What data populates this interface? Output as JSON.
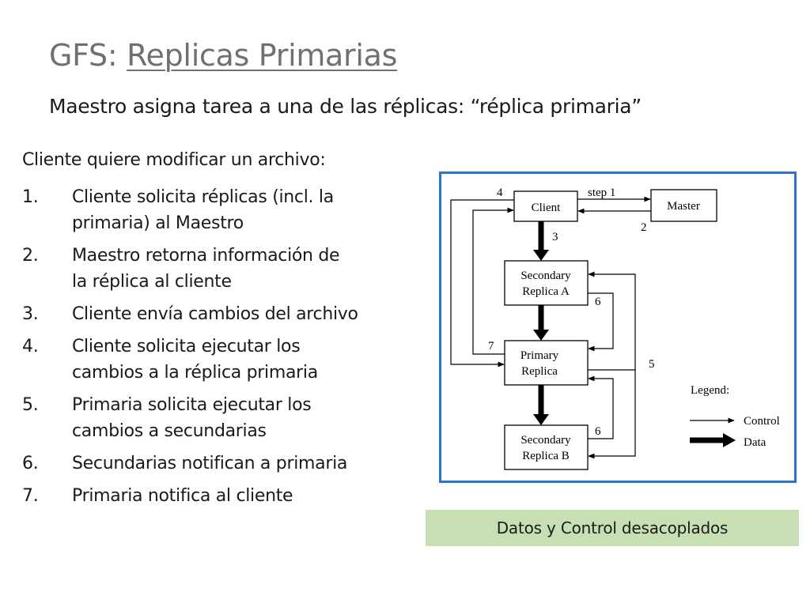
{
  "slide": {
    "title_prefix": "GFS: ",
    "title_link": "Replicas Primarias",
    "subtitle": "Maestro asigna tarea a una de las réplicas: “réplica primaria”",
    "intro": "Cliente quiere modificar un archivo:",
    "steps": [
      {
        "num": "1.",
        "text": "Cliente solicita réplicas (incl. la\nprimaria) al Maestro"
      },
      {
        "num": "2.",
        "text": "Maestro retorna información de\nla réplica al cliente"
      },
      {
        "num": "3.",
        "text": "Cliente envía cambios del archivo"
      },
      {
        "num": "4.",
        "text": "Cliente solicita ejecutar los\ncambios a la réplica primaria"
      },
      {
        "num": "5.",
        "text": "Primaria solicita ejecutar los\ncambios a secundarias"
      },
      {
        "num": "6.",
        "text": "Secundarias notifican a primaria"
      },
      {
        "num": "7.",
        "text": "Primaria notifica al cliente"
      }
    ],
    "caption": "Datos y Control desacoplados"
  },
  "diagram": {
    "client": "Client",
    "master": "Master",
    "secondary_a_line1": "Secondary",
    "secondary_a_line2": "Replica A",
    "primary_line1": "Primary",
    "primary_line2": "Replica",
    "secondary_b_line1": "Secondary",
    "secondary_b_line2": "Replica B",
    "step1": "step 1",
    "label2": "2",
    "label3": "3",
    "label4": "4",
    "label5": "5",
    "label6a": "6",
    "label6b": "6",
    "label7": "7",
    "legend_title": "Legend:",
    "legend_control": "Control",
    "legend_data": "Data",
    "colors": {
      "frame": "#2e75c9",
      "caption_bg": "#c6e0b4",
      "title": "#707070"
    }
  }
}
